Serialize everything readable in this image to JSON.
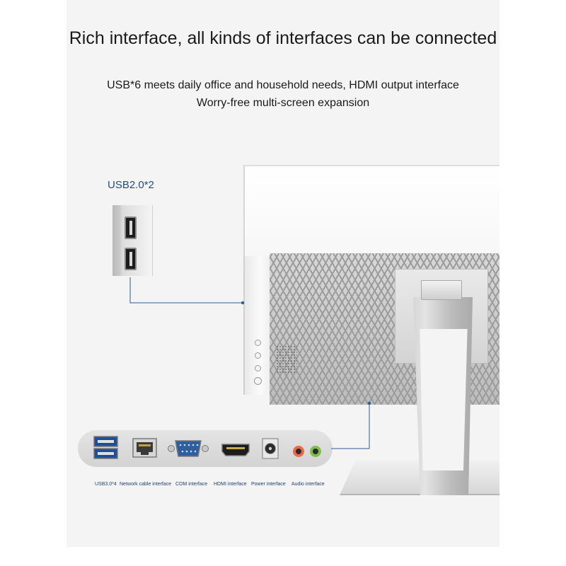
{
  "header": {
    "title": "Rich interface, all kinds of interfaces can be connected",
    "subtitle_line1": "USB*6 meets daily office and household needs, HDMI output interface",
    "subtitle_line2": "Worry-free multi-screen expansion"
  },
  "callout": {
    "usb2_label": "USB2.0*2"
  },
  "io_panel": {
    "ports": [
      {
        "label": "USB3.0*4",
        "icon": "usb-icon"
      },
      {
        "label": "Network cable interface",
        "icon": "ethernet-port-icon"
      },
      {
        "label": "COM interface",
        "icon": "com-port-icon"
      },
      {
        "label": "HDMI interface",
        "icon": "hdmi-port-icon"
      },
      {
        "label": "Power interface",
        "icon": "power-jack-icon"
      },
      {
        "label": "Audio interface",
        "icon": "audio-jack-icon"
      }
    ]
  },
  "colors": {
    "label_blue": "#1f4e79",
    "connector_line": "#2f5d8f",
    "audio_mic": "#e86a4a",
    "audio_out": "#7bbf4a"
  }
}
